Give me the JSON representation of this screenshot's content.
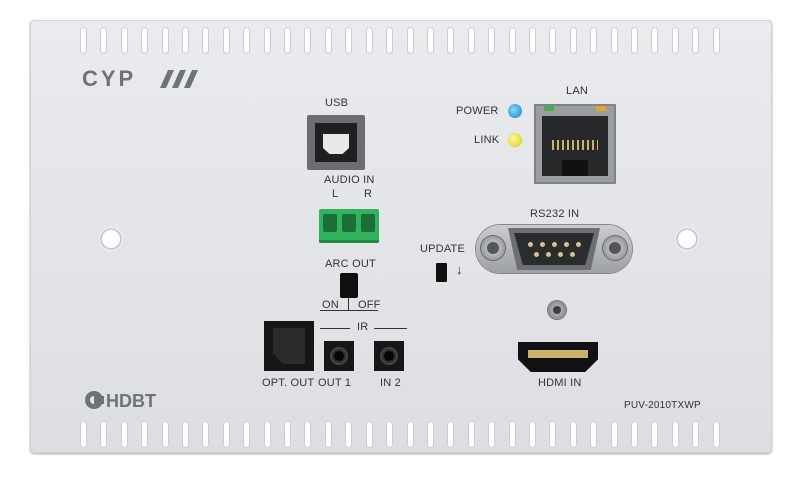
{
  "brand": {
    "logo": "CYP",
    "hdbaset_logo": "HDBT"
  },
  "labels": {
    "usb": "USB",
    "audio_in": "AUDIO IN",
    "left": "L",
    "right": "R",
    "arc_out": "ARC OUT",
    "on": "ON",
    "off": "OFF",
    "ir": "IR",
    "opt_out": "OPT. OUT",
    "out1": "OUT 1",
    "in2": "IN 2",
    "power": "POWER",
    "link": "LINK",
    "lan": "LAN",
    "rs232_in": "RS232 IN",
    "update": "UPDATE",
    "arrow": "↓",
    "hdmi_in": "HDMI IN",
    "model": "PUV-2010TXWP"
  },
  "colors": {
    "panel": "#e5e7ea",
    "power_led": "#3aa6e0",
    "link_led": "#e8e23a",
    "terminal": "#2fb35c",
    "lan_led_left": "#46b04a",
    "lan_led_right": "#e8a521"
  }
}
